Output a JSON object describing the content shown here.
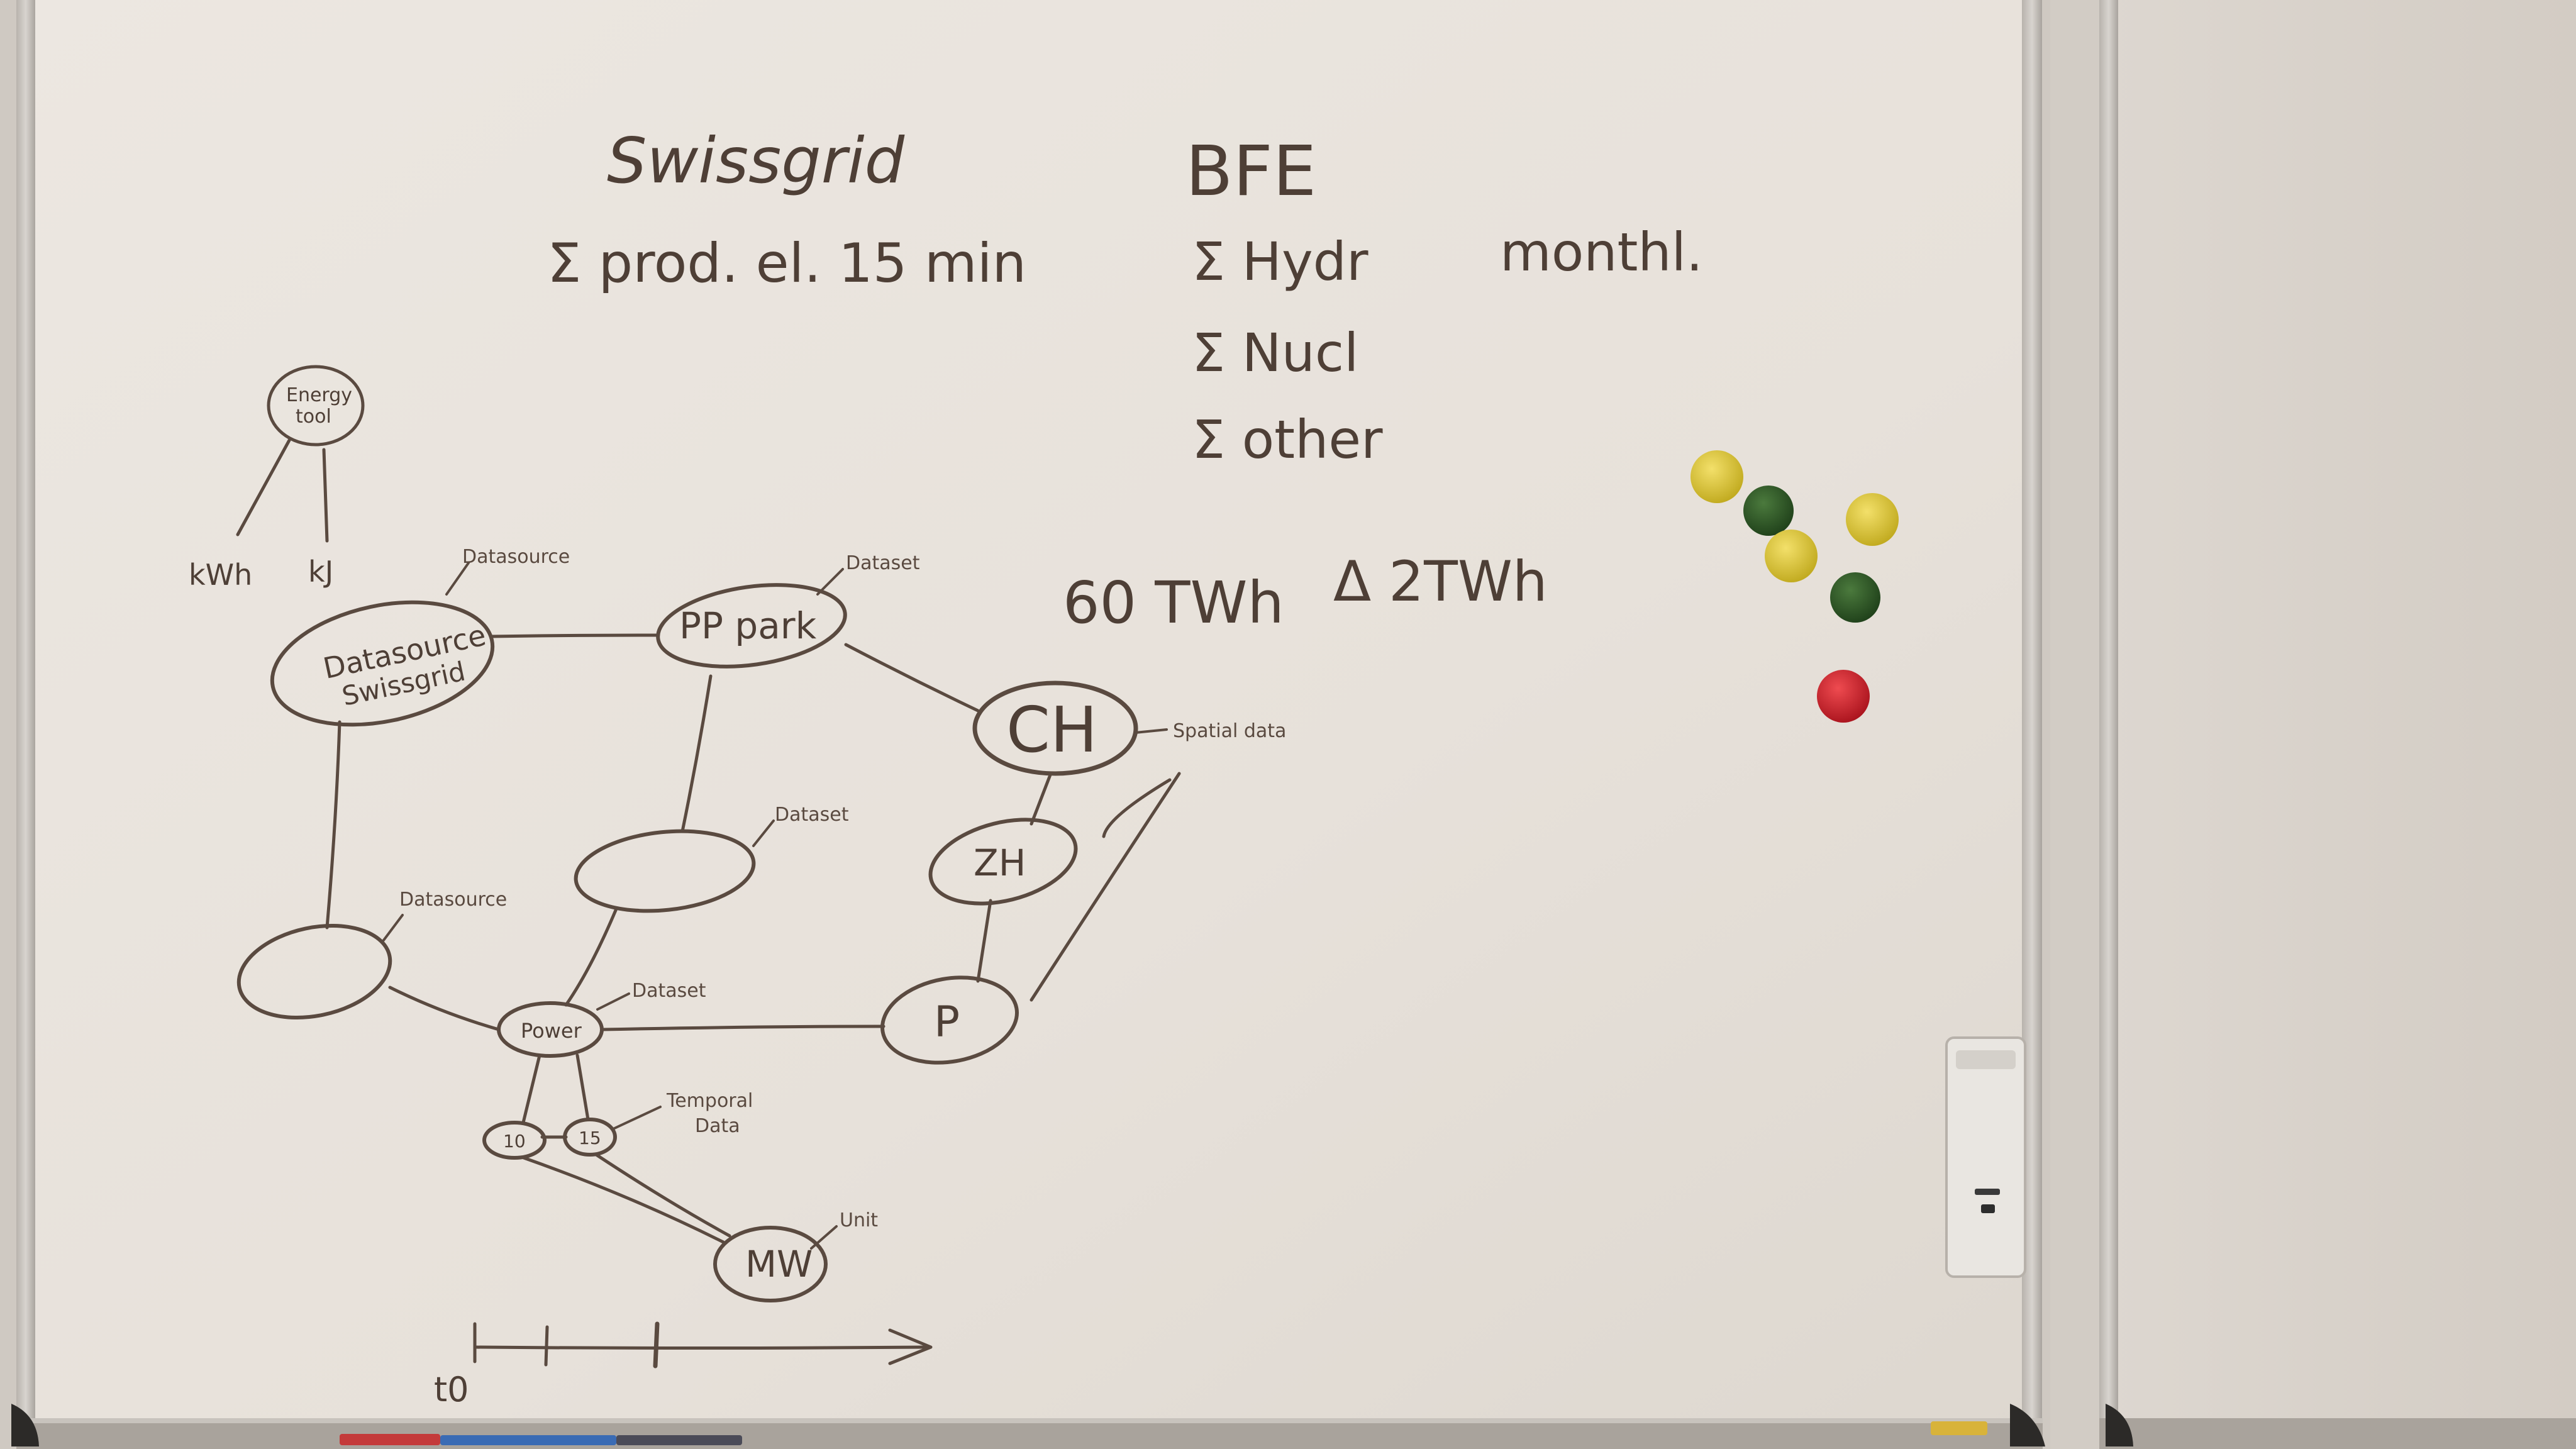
{
  "board": {
    "notes": {
      "swissgrid_title": "Swissgrid",
      "swissgrid_sum": "Σ prod. el. 15 min",
      "bfe_title": "BFE",
      "bfe_line1": "Σ Hydr",
      "bfe_monthly": "monthl.",
      "bfe_line2": "Σ Nucl",
      "bfe_line3": "Σ other",
      "energy_twh": "60 TWh",
      "energy_delta": "Δ 2TWh"
    },
    "diagram": {
      "energy_node": "Energy",
      "energy_node_2": "tool",
      "unit_left": "kWh",
      "unit_right": "kJ",
      "datasource_swissgrid_1": "Datasource",
      "datasource_swissgrid_2": "Swissgrid",
      "pp_park": "PP park",
      "ch": "CH",
      "zh": "ZH",
      "p": "P",
      "power": "Power",
      "t10": "10",
      "t15": "15",
      "mw": "MW",
      "lbl_datasource_top": "Datasource",
      "lbl_dataset_top": "Dataset",
      "lbl_spatial": "Spatial data",
      "lbl_dataset_mid": "Dataset",
      "lbl_datasource_mid": "Datasource",
      "lbl_dataset_power": "Dataset",
      "lbl_temporal_1": "Temporal",
      "lbl_temporal_2": "Data",
      "lbl_unit": "Unit",
      "timeline_t0": "t0"
    },
    "magnets": [
      {
        "color": "#d8c22a"
      },
      {
        "color": "#2e5a25"
      },
      {
        "color": "#d8c22a"
      },
      {
        "color": "#d8c22a"
      },
      {
        "color": "#2e5a25"
      },
      {
        "color": "#c8202b"
      }
    ]
  }
}
